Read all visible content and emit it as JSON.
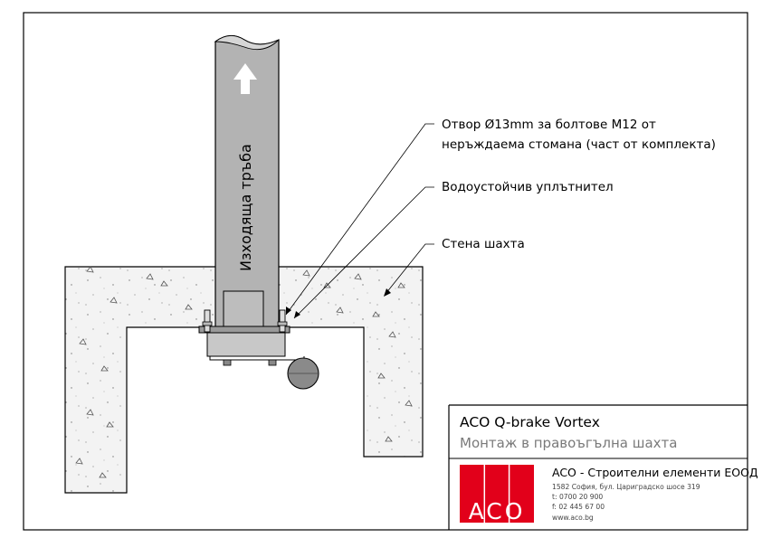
{
  "diagram": {
    "pipe_label": "Изходяща тръба",
    "callouts": [
      {
        "line1": "Отвор Ø13mm за болтове М12 от",
        "line2": "неръждаема стомана (част от комплекта)"
      },
      {
        "line1": "Водоустойчив уплътнител"
      },
      {
        "line1": "Стена шахта"
      }
    ]
  },
  "title_block": {
    "product": "ACO Q-brake Vortex",
    "subtitle": "Монтаж в правоъгълна шахта",
    "logo_text": "ACO",
    "company": "ACO - Строителни елементи ЕООД",
    "address": "1582 София, бул. Цариградско шосе 319",
    "phone": "t: 0700 20 900",
    "fax": "f: 02 445 67 00",
    "web": "www.aco.bg"
  },
  "colors": {
    "pipe": "#b0b0b0",
    "concrete": "#f2f2f2",
    "logo_red": "#e2001a"
  }
}
